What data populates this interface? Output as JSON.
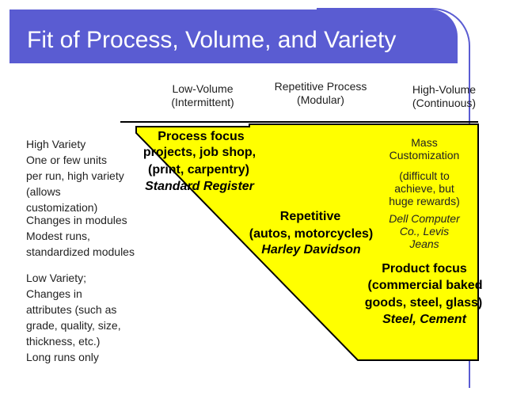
{
  "slide": {
    "title": "Fit of Process, Volume, and Variety"
  },
  "columns": [
    {
      "line1": "Low-Volume",
      "line2": "(Intermittent)"
    },
    {
      "line1": "Repetitive Process",
      "line2": "(Modular)"
    },
    {
      "line1": "High-Volume",
      "line2": "(Continuous)"
    }
  ],
  "rows": {
    "high_variety": [
      "High Variety",
      "One or few units",
      "per run, high variety",
      "(allows",
      "customization)"
    ],
    "modules": [
      "Changes in modules",
      "Modest runs,",
      "standardized modules"
    ],
    "low_variety": [
      "Low Variety;",
      "Changes in",
      "attributes (such as",
      "grade, quality, size,",
      "thickness, etc.)",
      "Long runs only"
    ]
  },
  "cells": {
    "process_focus": {
      "l1": "Process focus",
      "l2": "projects, job shop,",
      "l3": "(print, carpentry)",
      "example": "Standard Register"
    },
    "mass_custom": {
      "l1": "Mass",
      "l2": "Customization",
      "l3": "(difficult to",
      "l4": "achieve, but",
      "l5": "huge rewards)",
      "example1": "Dell Computer",
      "example2": "Co., Levis",
      "example3": "Jeans"
    },
    "repetitive": {
      "l1": "Repetitive",
      "l2": "(autos, motorcycles)",
      "example": "Harley Davidson"
    },
    "product_focus": {
      "l1": "Product focus",
      "l2": "(commercial baked",
      "l3": "goods, steel, glass)",
      "example": "Steel, Cement"
    }
  },
  "colors": {
    "title_bg": "#5a5cd2",
    "fill": "#ffff00",
    "outline": "#000000"
  }
}
